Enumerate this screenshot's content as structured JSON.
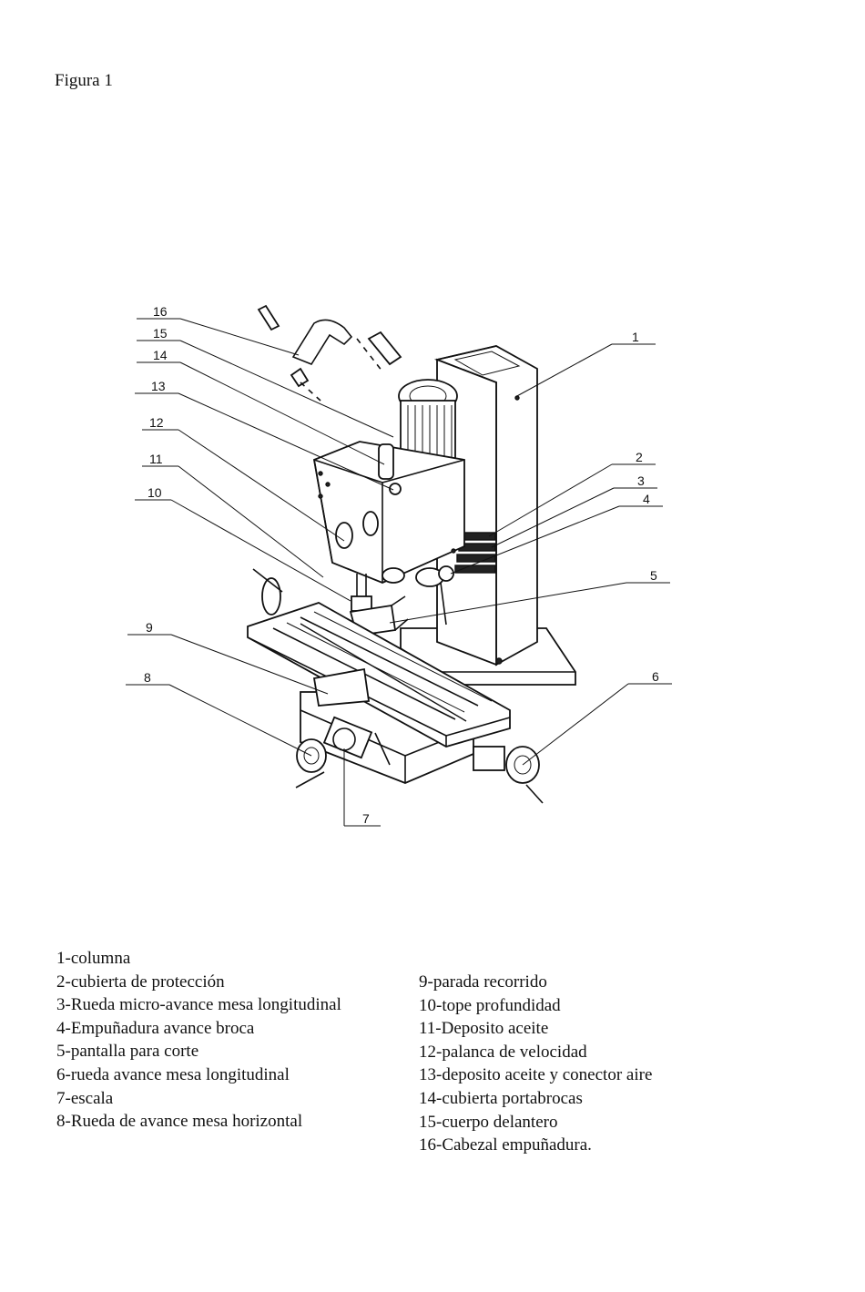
{
  "figure_title": "Figura 1",
  "callouts": {
    "c1": "1",
    "c2": "2",
    "c3": "3",
    "c4": "4",
    "c5": "5",
    "c6": "6",
    "c7": "7",
    "c8": "8",
    "c9": "9",
    "c10": "10",
    "c11": "11",
    "c12": "12",
    "c13": "13",
    "c14": "14",
    "c15": "15",
    "c16": "16"
  },
  "legend_left": [
    "1-columna",
    "2-cubierta de protección",
    "3-Rueda micro-avance mesa longitudinal",
    "4-Empuñadura avance broca",
    "5-pantalla para corte",
    "6-rueda avance mesa longitudinal",
    "7-escala",
    "8-Rueda de avance mesa horizontal"
  ],
  "legend_right": [
    "9-parada recorrido",
    "10-tope profundidad",
    "11-Deposito aceite",
    "12-palanca de velocidad",
    "13-deposito aceite y conector aire",
    "14-cubierta portabrocas",
    "15-cuerpo delantero",
    "16-Cabezal empuñadura."
  ]
}
